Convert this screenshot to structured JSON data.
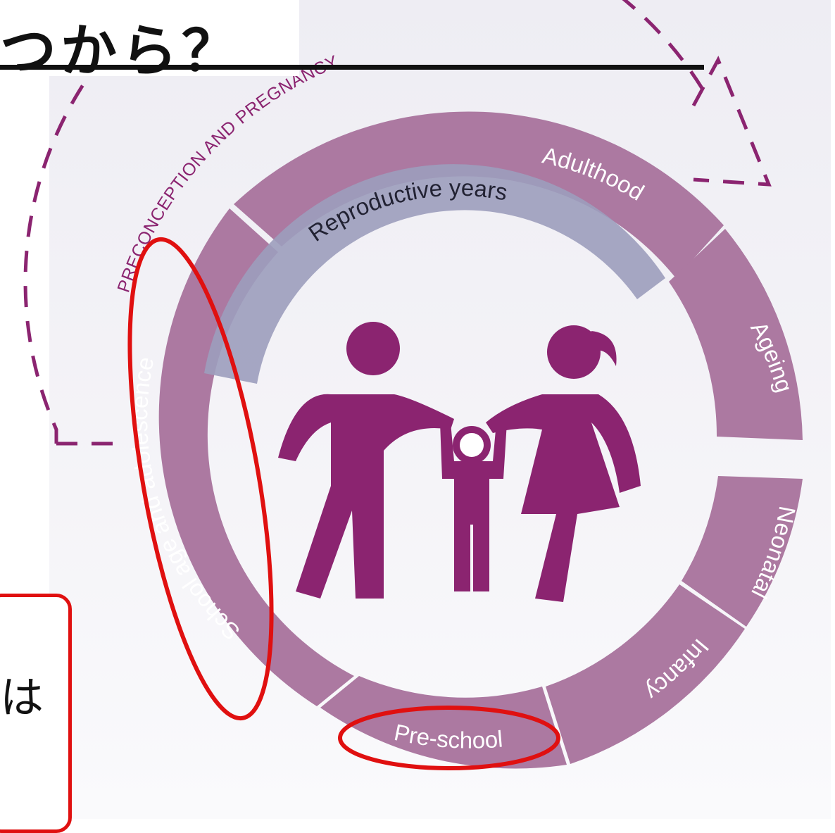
{
  "title": "つから？",
  "callout": {
    "text": "は"
  },
  "diagram": {
    "arc_label": "PRECONCEPTION AND PREGNANCY",
    "inner_band": "Reproductive years",
    "segments": [
      {
        "id": "adulthood",
        "label": "Adulthood"
      },
      {
        "id": "ageing",
        "label": "Ageing"
      },
      {
        "id": "neonatal",
        "label": "Neonatal"
      },
      {
        "id": "infancy",
        "label": "Infancy"
      },
      {
        "id": "pre-school",
        "label": "Pre-school"
      },
      {
        "id": "school-age",
        "label": "School age and adolescence"
      }
    ],
    "highlighted": [
      "School age and adolescence",
      "Pre-school"
    ],
    "icon": "family-icon"
  },
  "colors": {
    "segment": "#ac79a1",
    "inner_band": "#9c9dbd",
    "figures": "#8b2470",
    "dashed_arrow": "#8b2470",
    "highlight": "#e01010",
    "background": "#f1f0f5"
  }
}
